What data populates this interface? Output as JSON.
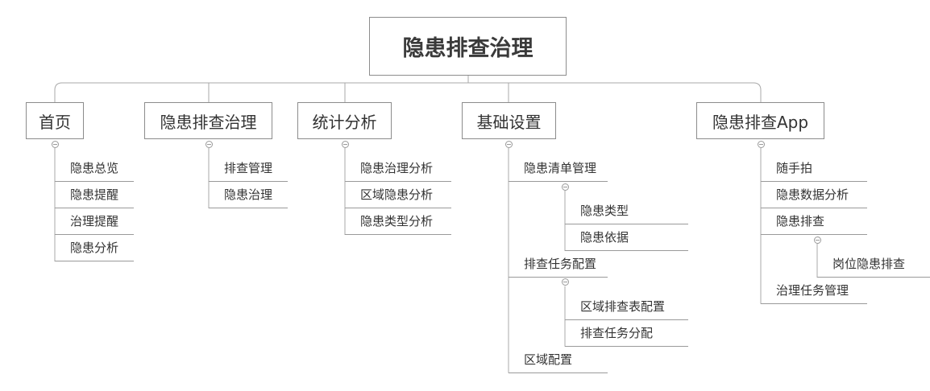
{
  "root": {
    "label": "隐患排查治理"
  },
  "branches": [
    {
      "label": "首页",
      "children": [
        {
          "label": "隐患总览"
        },
        {
          "label": "隐患提醒"
        },
        {
          "label": "治理提醒"
        },
        {
          "label": "隐患分析"
        }
      ]
    },
    {
      "label": "隐患排查治理",
      "children": [
        {
          "label": "排查管理"
        },
        {
          "label": "隐患治理"
        }
      ]
    },
    {
      "label": "统计分析",
      "children": [
        {
          "label": "隐患治理分析"
        },
        {
          "label": "区域隐患分析"
        },
        {
          "label": "隐患类型分析"
        }
      ]
    },
    {
      "label": "基础设置",
      "children": [
        {
          "label": "隐患清单管理",
          "children": [
            {
              "label": "隐患类型"
            },
            {
              "label": "隐患依据"
            }
          ]
        },
        {
          "label": "排查任务配置",
          "children": [
            {
              "label": "区域排查表配置"
            },
            {
              "label": "排查任务分配"
            }
          ]
        },
        {
          "label": "区域配置"
        }
      ]
    },
    {
      "label": "隐患排查App",
      "children": [
        {
          "label": "随手拍"
        },
        {
          "label": "隐患数据分析"
        },
        {
          "label": "隐患排查",
          "children": [
            {
              "label": "岗位隐患排查"
            }
          ]
        },
        {
          "label": "治理任务管理"
        }
      ]
    }
  ]
}
